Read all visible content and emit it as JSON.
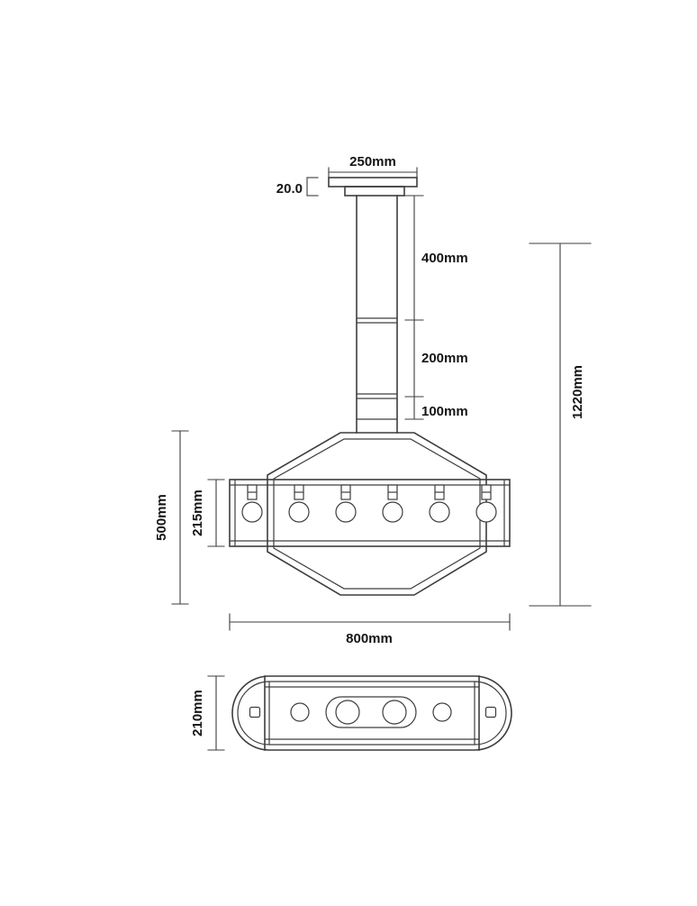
{
  "colors": {
    "line": "#3d3d3d",
    "text": "#151515",
    "background": "#ffffff"
  },
  "front_view": {
    "canopy_width_label": "250mm",
    "canopy_thickness_label": "20.0",
    "rod_segment_top_label": "400mm",
    "rod_segment_middle_label": "200mm",
    "rod_segment_bottom_label": "100mm",
    "overall_height_label": "1220mm",
    "body_height_label": "500mm",
    "band_height_label": "215mm",
    "width_label": "800mm"
  },
  "plan_view": {
    "depth_label": "210mm"
  }
}
